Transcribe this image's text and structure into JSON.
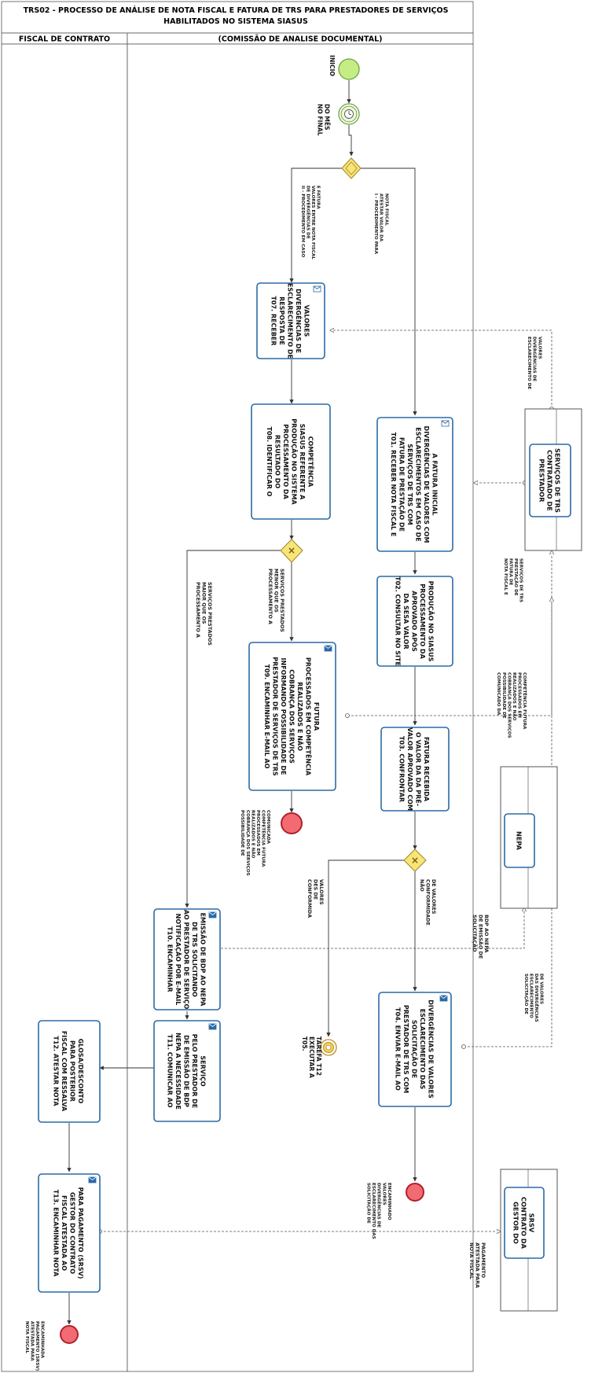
{
  "title": {
    "line1": "TRS02 - PROCESSO DE ANÁLISE DE NOTA FISCAL E FATURA DE TRS PARA PRESTADORES DE SERVIÇOS",
    "line2": "HABILITADOS NO SISTEMA SIASUS"
  },
  "lanes": {
    "left": "FISCAL DE CONTRATO",
    "right": "(COMISSÃO DE ANALISE DOCUMENTAL)"
  },
  "events": {
    "start": "INICIO",
    "timer": [
      "NO FINAL",
      "DO MÊS"
    ],
    "t05": [
      "T05.",
      "EXECUTAR A",
      "TAREFA T12"
    ]
  },
  "tasks": {
    "t01": [
      "T01. RECEBER NOTA FISCAL E",
      "FATURA DE PRESTAÇÃO DE",
      "SERVIÇOS DE TRS COM",
      "ESCLARECIMENTOS EM CASO DE",
      "DIVERGÊNCIAS DE VALORES COM",
      "A FATURA INICIAL"
    ],
    "t02": [
      "T02. CONSULTAR NO SITE",
      "DA SESA VALOR",
      "APROVADO APÓS",
      "PROCESSAMENTO DA",
      "PRODUÇÃO NO SIASUS"
    ],
    "t03": [
      "T03. CONFRONTAR",
      "VALOR APROVADO COM",
      "O VALOR DA DA PRÉ-",
      "FATURA RECEBIDA"
    ],
    "t04": [
      "T04. ENVIAR E-MAIL AO",
      "PRESTADOR DE TRS COM",
      "SOLICITAÇÃO DE",
      "ESCLARECIMENTO DAS",
      "DIVERGÊNCIAS DE VALORES"
    ],
    "t07": [
      "T07. RECEBER",
      "RESPOSTA DE",
      "ESCLARECIMENTO DE",
      "DIVERGÊNCIAS DE",
      "VALORES"
    ],
    "t08": [
      "T08. IDENTIFICAR O",
      "RESULTADO DO",
      "PROCESSAMENTO DA",
      "PRODUÇÃO NO SISTEMA",
      "SIASUS REFERENTE A",
      "COMPETÊNCIA"
    ],
    "t09": [
      "T09. ENCAMINHAR E-MAIL AO",
      "PRESTADOR DE SERVIÇOS DE TRS",
      "INFORMANDO POSSIBILIDADE DE",
      "COBRANÇA DOS SERVIÇOS",
      "REALIZADOS E NÃO",
      "PROCESSADOS EM COMPETÊNCIA",
      "FUTURA"
    ],
    "t10": [
      "T10. ENCAMINHAR",
      "NOTIFICAÇÃO POR E-MAIL",
      "AO PRESTADOR DE SERVIÇO",
      "DE TRS SOLICITANDO",
      "EMISSÃO DE BDP AO NEPA"
    ],
    "t11": [
      "T11. COMUNICAR AO",
      "NEPA A NECESSIDADE",
      "DE EMISSÃO DE BDP",
      "PELO PRESTADOR DE",
      "SERVIÇO"
    ],
    "t12": [
      "T12. ATESTAR NOTA",
      "FISCAL COM RESSALVA",
      "PARA POSTERIOR",
      "GLOSA/DESCONTO"
    ],
    "t13": [
      "T13. ENCAMINHAR NOTA",
      "FISCAL ATESTADA AO",
      "GESTOR DO CONTRATO",
      "PARA PAGAMENTO (SRSV)"
    ]
  },
  "gateway_labels": {
    "gw1_i": [
      "I - PROCEDIMENTO PARA",
      "ATESTAR VALOR DA",
      "NOTA FISCAL"
    ],
    "gw1_ii": [
      "II - PROCEDIMENTO EM CASO",
      "DE DIVERGÊNCIAS DE",
      "VALORES ENTRE NOTA FISCAL",
      "E FATURA"
    ],
    "gw2_menor": [
      "PROCESSAMENTO A",
      "MENOR QUE OS",
      "SERVIÇOS PRESTADOS"
    ],
    "gw2_maior": [
      "PROCESSAMENTO A",
      "MAIOR QUE OS",
      "SERVIÇOS PRESTADOS"
    ],
    "gw3_nao": [
      "NÃO",
      "CONFORMIDADE",
      "DE VALORES"
    ],
    "gw3_conf": [
      "CONFORMIDA",
      "DES DE",
      "VALORES"
    ]
  },
  "end_labels": {
    "t09_end": [
      "POSSIBILIDADE DE",
      "COBRANÇA DOS SERVIÇOS",
      "REALIZADOS E NÃO",
      "PROCESSADOS EM",
      "COMPETÊNCIA FUTURA",
      "COMUNICADA"
    ],
    "t04_end": [
      "SOLICITAÇÃO DE",
      "ESCLARECIMENTO DAS",
      "DIVERGÊNCIAS DE",
      "VALORES",
      "ENCAMINHADO"
    ],
    "t13_end": [
      "NOTA FISCAL",
      "ATESTADA PARA",
      "PAGAMENTO (SRSV)",
      "ENCAMINHADA"
    ]
  },
  "pools": {
    "prestador": [
      "PRESTADOR",
      "CONTRATADO DE",
      "SERVIÇOS DE TRS"
    ],
    "nepa": [
      "NEPA"
    ],
    "gestor": [
      "GESTOR DO",
      "CONTRATO DA",
      "SRSV"
    ]
  },
  "message_labels": {
    "esclarecimento": [
      "ESCLARECIMENTO DE",
      "DIVERGÊNCIAS DE",
      "VALORES"
    ],
    "nota_fiscal": [
      "NOTA FISCAL E",
      "FATURA DE",
      "PRESTAÇÃO DE",
      "SERVIÇOS DE TRS"
    ],
    "comunicado": [
      "COMUNICADO DA",
      "POSSIBILIDADE DE",
      "COBRANÇA DOS SERVIÇOS",
      "REALIZADOS E NÃO",
      "PROCESSADOS EM",
      "COMPETÊNCIA FUTURA"
    ],
    "bdp": [
      "SOLICITAÇÃO",
      "DE EMISSÃO DE",
      "BDP AO NEPA"
    ],
    "solicitacao": [
      "SOLICITAÇÃO DE",
      "ESCLARECIMENTO",
      "DAS DIVERGÊNCIAS",
      "DE VALORES"
    ],
    "nota_atestada": [
      "NOTA FISCAL",
      "ATESTADA PARA",
      "PAGAMENTO"
    ]
  },
  "colors": {
    "task_border": "#2b6aa6",
    "start_event": "#c6ec86",
    "end_event": "#f26b72",
    "gateway": "#f8e57a"
  }
}
